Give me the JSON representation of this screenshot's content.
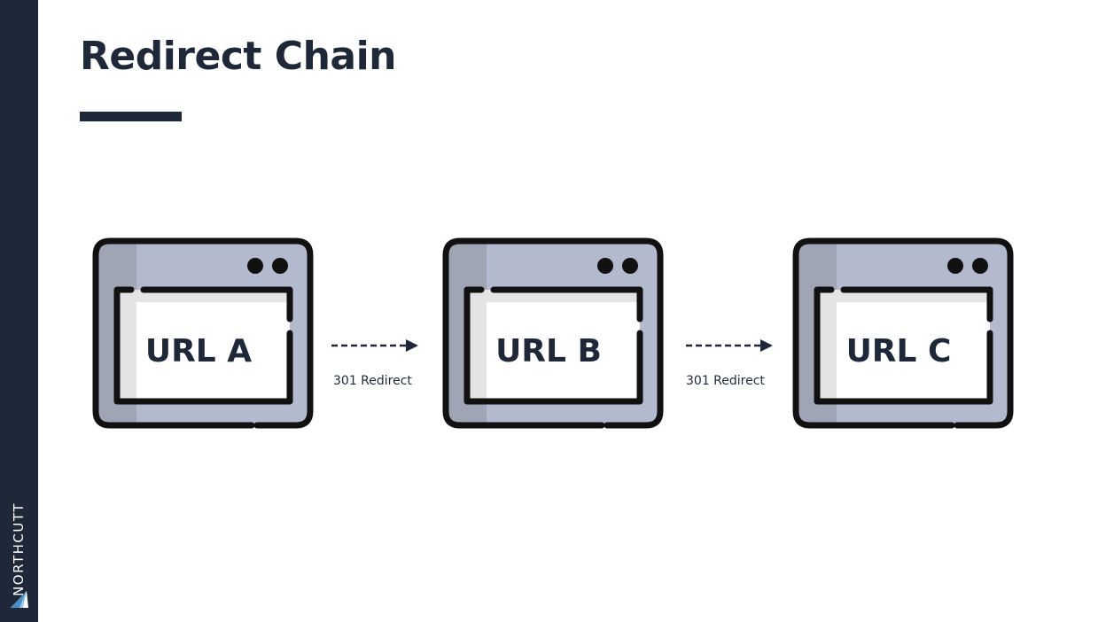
{
  "slide": {
    "title": "Redirect Chain",
    "brand": "NORTHCUTT"
  },
  "diagram": {
    "nodes": [
      {
        "label": "URL A"
      },
      {
        "label": "URL B"
      },
      {
        "label": "URL C"
      }
    ],
    "edges": [
      {
        "label": "301 Redirect"
      },
      {
        "label": "301 Redirect"
      }
    ]
  },
  "colors": {
    "dark": "#1f2839",
    "window_fill": "#b4bace",
    "window_shade": "#a0a5b5",
    "panel_fill": "#ffffff",
    "panel_shade": "#e4e4e4"
  }
}
